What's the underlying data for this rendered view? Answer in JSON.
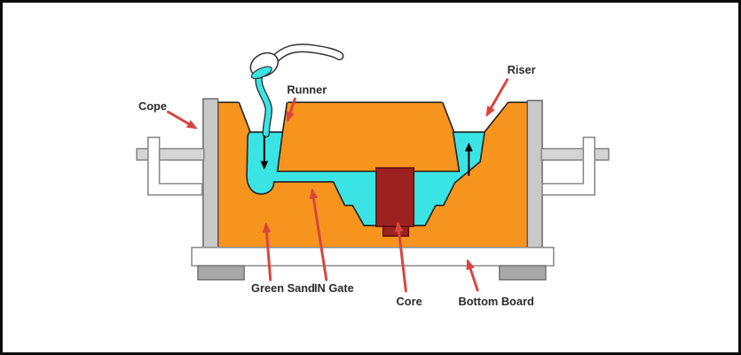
{
  "diagram": {
    "labels": {
      "cope": "Cope",
      "runner": "Runner",
      "riser": "Riser",
      "green_sand": "Green Sand",
      "in_gate": "IN Gate",
      "core": "Core",
      "bottom_board": "Bottom Board"
    },
    "colors": {
      "sand": "#F7941E",
      "molten_metal": "#3BE4E4",
      "core": "#9E2121",
      "flask_wall": "#C9C9C9",
      "clamp_bar": "#D4D4D4",
      "board": "#FFFFFF",
      "foot": "#A8A8A8",
      "pointer": "#D9453C"
    }
  }
}
